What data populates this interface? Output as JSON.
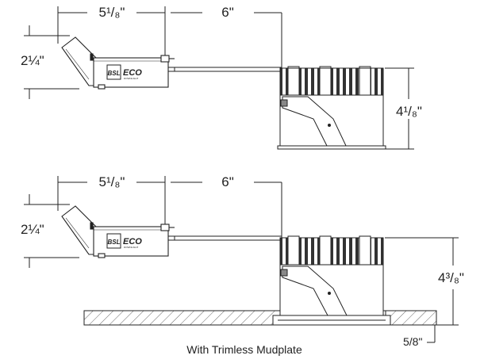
{
  "brand": {
    "logo_text": "BSL",
    "series_text": "ECO",
    "sub_text": "DOWNLIGHT"
  },
  "views": [
    {
      "width_dim": "5¹/₈\"",
      "offset_dim": "6\"",
      "jbox_height_dim": "2¼\"",
      "height_dim": "4¹/₈\""
    },
    {
      "width_dim": "5¹/₈\"",
      "offset_dim": "6\"",
      "jbox_height_dim": "2¼\"",
      "height_dim": "4³/₈\"",
      "thickness_dim": "5/8\"",
      "caption": "With Trimless Mudplate"
    }
  ]
}
